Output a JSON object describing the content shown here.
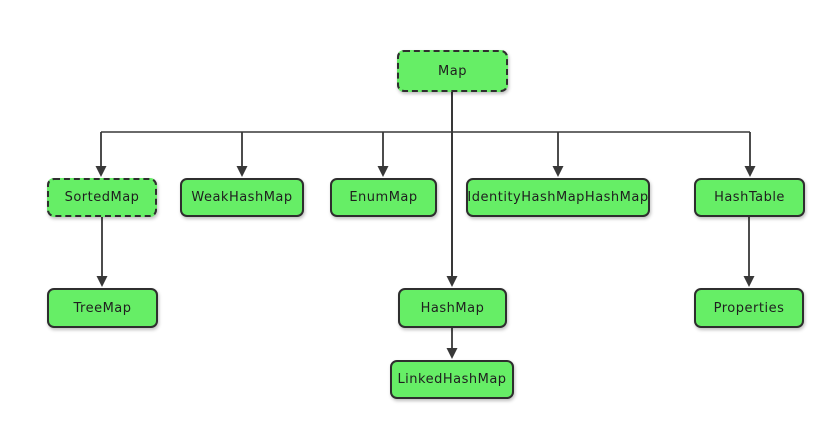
{
  "diagram": {
    "nodes": {
      "map": {
        "label": "Map",
        "border_style": "dashed"
      },
      "sorted_map": {
        "label": "SortedMap",
        "border_style": "dashed"
      },
      "weak_hash_map": {
        "label": "WeakHashMap",
        "border_style": "solid"
      },
      "enum_map": {
        "label": "EnumMap",
        "border_style": "solid"
      },
      "identity_hash_map_hash_map": {
        "label": "IdentityHashMapHashMap",
        "border_style": "solid"
      },
      "hash_table": {
        "label": "HashTable",
        "border_style": "solid"
      },
      "tree_map": {
        "label": "TreeMap",
        "border_style": "solid"
      },
      "hash_map": {
        "label": "HashMap",
        "border_style": "solid"
      },
      "properties": {
        "label": "Properties",
        "border_style": "solid"
      },
      "linked_hash_map": {
        "label": "LinkedHashMap",
        "border_style": "solid"
      }
    },
    "edges": [
      {
        "from": "Map",
        "to": "SortedMap"
      },
      {
        "from": "Map",
        "to": "WeakHashMap"
      },
      {
        "from": "Map",
        "to": "EnumMap"
      },
      {
        "from": "Map",
        "to": "IdentityHashMapHashMap"
      },
      {
        "from": "Map",
        "to": "HashTable"
      },
      {
        "from": "Map",
        "to": "HashMap"
      },
      {
        "from": "SortedMap",
        "to": "TreeMap"
      },
      {
        "from": "HashTable",
        "to": "Properties"
      },
      {
        "from": "HashMap",
        "to": "LinkedHashMap"
      }
    ],
    "colors": {
      "node_fill": "#66ee66",
      "node_border": "#2e2e2e",
      "connector": "#383838",
      "background": "#ffffff"
    }
  }
}
